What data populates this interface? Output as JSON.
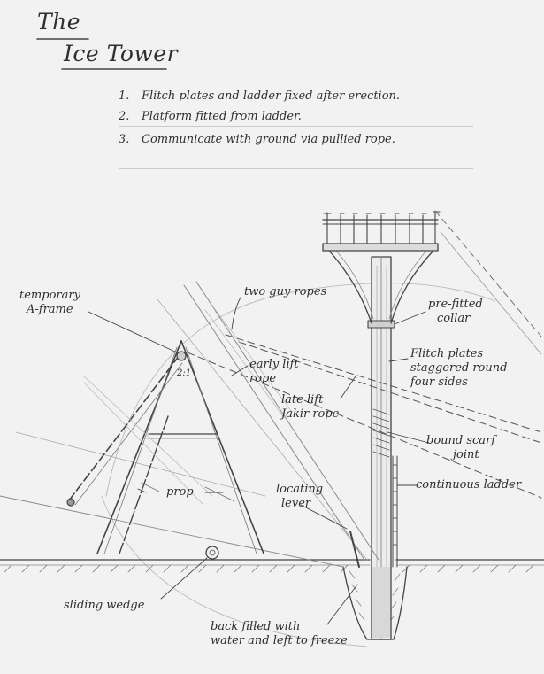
{
  "title": {
    "line1": "The",
    "line2": "Ice Tower"
  },
  "notes": [
    {
      "num": "1.",
      "text": "Flitch plates and ladder fixed after erection."
    },
    {
      "num": "2.",
      "text": "Platform fitted from ladder."
    },
    {
      "num": "3.",
      "text": "Communicate with ground via pullied rope."
    }
  ],
  "labels": {
    "temporary_a_frame": [
      "temporary",
      "A-frame"
    ],
    "ratio": "2:1",
    "two_guy_ropes": "two guy ropes",
    "pre_fitted_collar": [
      "pre-fitted",
      "collar"
    ],
    "flitch_plates": [
      "Flitch plates",
      "staggered round",
      "four sides"
    ],
    "early_lift_rope": [
      "early lift",
      "rope"
    ],
    "late_lift_rope": [
      "late lift",
      "Jakir rope"
    ],
    "bound_scarf_joint": [
      "bound scarf",
      "joint"
    ],
    "continuous_ladder": "continuous ladder",
    "prop": "prop",
    "locating_lever": [
      "locating",
      "lever"
    ],
    "sliding_wedge": "sliding wedge",
    "back_filled": [
      "back filled with",
      "water and left to freeze"
    ]
  }
}
